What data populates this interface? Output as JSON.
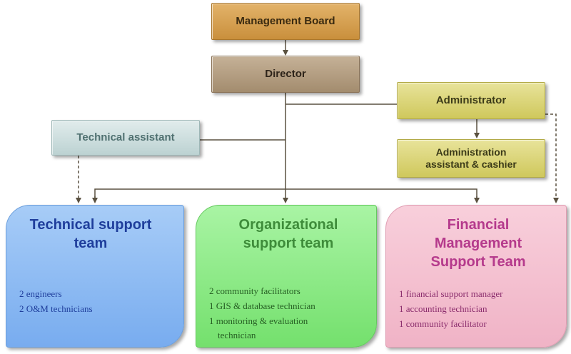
{
  "nodes": {
    "management_board": "Management Board",
    "director": "Director",
    "administrator": "Administrator",
    "administration_assistant_line1": "Administration",
    "administration_assistant_line2": "assistant & cashier",
    "technical_assistant": "Technical assistant"
  },
  "teams": {
    "technical": {
      "title_line1": "Technical support",
      "title_line2": "team",
      "items": [
        "2 engineers",
        "2 O&M technicians"
      ]
    },
    "organizational": {
      "title_line1": "Organizational",
      "title_line2": "support team",
      "items": [
        "2 community facilitators",
        "1 GIS & database technician",
        "1 monitoring & evaluation",
        "technician"
      ]
    },
    "financial": {
      "title_line1": "Financial",
      "title_line2": "Management",
      "title_line3": "Support Team",
      "items": [
        "1 financial support manager",
        "1 accounting technician",
        "1 community facilitator"
      ]
    }
  },
  "colors": {
    "connector": "#5a5140",
    "management_board": "#d4a050",
    "director": "#b39e82",
    "administrator": "#dcd77a",
    "technical_assistant": "#cfe0e0",
    "technical_team": "#8fbcf3",
    "organizational_team": "#8eea88",
    "financial_team": "#f4c1d0"
  }
}
